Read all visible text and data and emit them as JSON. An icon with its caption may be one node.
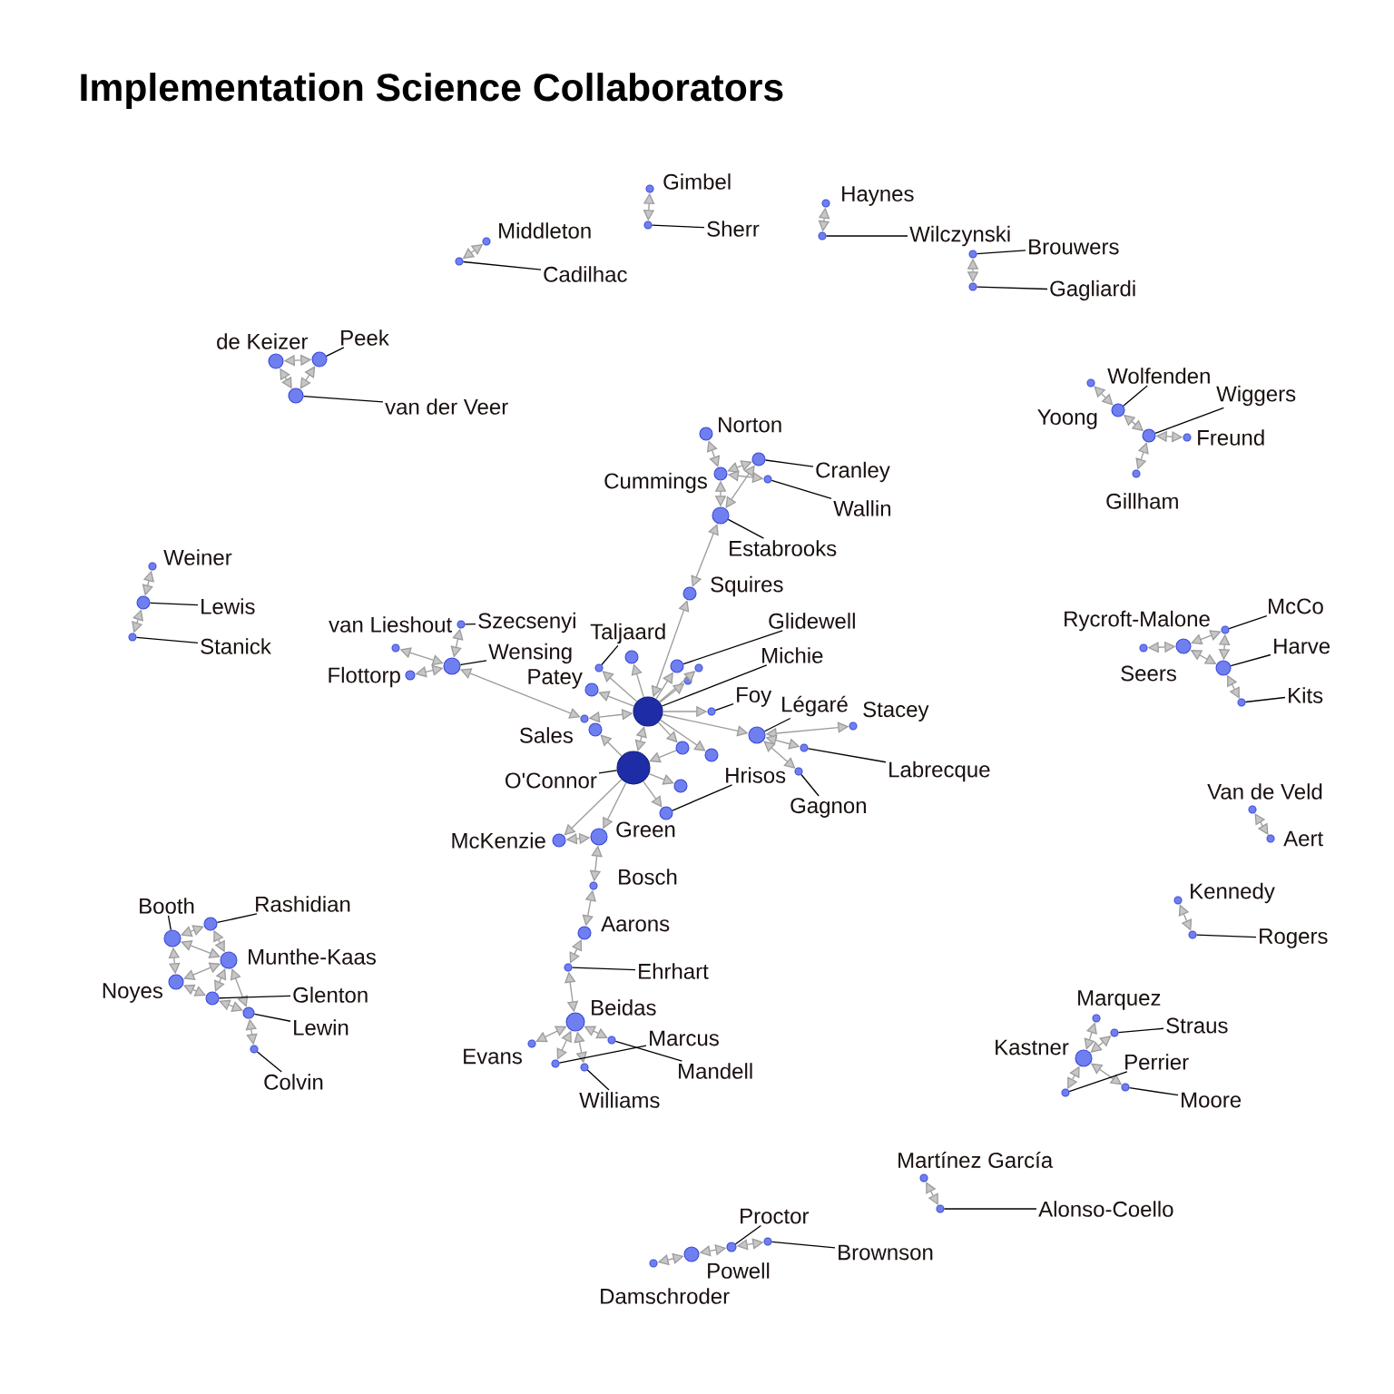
{
  "diagram": {
    "title": "Implementation Science Collaborators",
    "nodes": [
      {
        "text": [
          "Gimbel"
        ]
      },
      {
        "text": [
          "Sherr"
        ]
      },
      {
        "text": [],
        "shape": "circle"
      },
      {
        "text": [
          "Haynes"
        ]
      },
      {
        "text": [
          "Wilczynski"
        ]
      },
      {
        "text": [],
        "shape": "circle"
      },
      {
        "text": [
          "Middleton"
        ]
      },
      {
        "text": [
          "Cadilhac"
        ]
      },
      {
        "text": [],
        "shape": "circle"
      },
      {
        "text": [
          "Brouwers"
        ]
      },
      {
        "text": [],
        "shape": "circle"
      },
      {
        "text": [
          "Gagliardi"
        ]
      },
      {
        "text": [],
        "shape": "circle"
      },
      {
        "text": [
          "de Keizer"
        ]
      },
      {
        "text": [
          "Peek"
        ]
      },
      {
        "text": [],
        "shape": "circle"
      },
      {
        "text": [
          "van der Veer"
        ]
      },
      {
        "text": [],
        "shape": "circle"
      },
      {
        "text": [
          "Wolfenden"
        ]
      },
      {
        "text": [
          "Yoong"
        ]
      },
      {
        "text": [],
        "shape": "circle"
      },
      {
        "text": [
          "Wiggers"
        ]
      },
      {
        "text": [],
        "shape": "circle"
      },
      {
        "text": [
          "Freund"
        ]
      },
      {
        "text": [
          "Gillham"
        ]
      },
      {
        "text": [
          "Norton"
        ]
      },
      {
        "text": [
          "Cummings"
        ]
      },
      {
        "text": [
          "Cranley"
        ]
      },
      {
        "text": [],
        "shape": "circle"
      },
      {
        "text": [
          "Wallin"
        ]
      },
      {
        "text": [],
        "shape": "circle"
      },
      {
        "text": [
          "Estabrooks"
        ]
      },
      {
        "text": [],
        "shape": "circle"
      },
      {
        "text": [
          "Weiner"
        ]
      },
      {
        "text": [
          "Lewis"
        ]
      },
      {
        "text": [],
        "shape": "circle"
      },
      {
        "text": [
          "Stanick"
        ]
      },
      {
        "text": [],
        "shape": "circle"
      },
      {
        "text": [
          "Squires"
        ]
      },
      {
        "text": [
          "McCo"
        ]
      },
      {
        "text": [],
        "shape": "circle"
      },
      {
        "text": [
          "Rycroft-Malone"
        ]
      },
      {
        "text": [
          "Seers"
        ]
      },
      {
        "text": [
          "Harve"
        ]
      },
      {
        "text": [],
        "shape": "circle"
      },
      {
        "text": [
          "Kits"
        ]
      },
      {
        "text": [],
        "shape": "circle"
      },
      {
        "text": [
          "Szecsenyi"
        ]
      },
      {
        "text": [
          "van Lieshout"
        ]
      },
      {
        "text": [
          "Glidewell"
        ]
      },
      {
        "text": [
          "Taljaard"
        ]
      },
      {
        "text": [],
        "shape": "circle"
      },
      {
        "text": [
          "Michie"
        ]
      },
      {
        "text": [
          "Wensing"
        ]
      },
      {
        "text": [],
        "shape": "circle"
      },
      {
        "text": [],
        "shape": "circle"
      },
      {
        "text": [
          "Flottorp"
        ]
      },
      {
        "text": [
          "Patey"
        ]
      },
      {
        "text": [
          "Foy"
        ]
      },
      {
        "text": [],
        "shape": "circle"
      },
      {
        "text": [
          "Stacey"
        ]
      },
      {
        "text": [
          "Sales"
        ]
      },
      {
        "text": [],
        "shape": "circle"
      },
      {
        "text": [],
        "shape": "circle"
      },
      {
        "text": [],
        "shape": "circle"
      },
      {
        "text": [],
        "shape": "circle"
      },
      {
        "text": [],
        "shape": "circle"
      },
      {
        "text": [
          "Légaré"
        ]
      },
      {
        "text": [],
        "shape": "circle"
      },
      {
        "text": [],
        "shape": "circle"
      },
      {
        "text": [],
        "shape": "circle"
      },
      {
        "text": [],
        "shape": "circle"
      },
      {
        "text": [],
        "shape": "circle"
      },
      {
        "text": [
          "Labrecque"
        ]
      },
      {
        "text": [],
        "shape": "circle"
      },
      {
        "text": [
          "Hrisos"
        ]
      },
      {
        "text": [],
        "shape": "circle"
      },
      {
        "text": [],
        "shape": "circle"
      },
      {
        "text": [
          "O'Connor"
        ]
      },
      {
        "text": [
          "Gagnon"
        ]
      },
      {
        "text": [],
        "shape": "circle"
      },
      {
        "text": [
          "McKenzie"
        ]
      },
      {
        "text": [
          "Green"
        ]
      },
      {
        "text": [
          "Bosch"
        ]
      },
      {
        "text": [
          "Booth"
        ]
      },
      {
        "text": [],
        "shape": "circle"
      },
      {
        "text": [
          "Rashidian"
        ]
      },
      {
        "text": [],
        "shape": "circle"
      },
      {
        "text": [
          "Munthe-Kaas"
        ]
      },
      {
        "text": [
          "Aarons"
        ]
      },
      {
        "text": [
          "Noyes"
        ]
      },
      {
        "text": [
          "Glenton"
        ]
      },
      {
        "text": [],
        "shape": "circle"
      },
      {
        "text": [
          "Ehrhart"
        ]
      },
      {
        "text": [],
        "shape": "circle"
      },
      {
        "text": [
          "Lewin"
        ]
      },
      {
        "text": [],
        "shape": "circle"
      },
      {
        "text": [
          "Colvin"
        ]
      },
      {
        "text": [],
        "shape": "circle"
      },
      {
        "text": [
          "Kennedy"
        ]
      },
      {
        "text": [
          "Rogers"
        ]
      },
      {
        "text": [],
        "shape": "circle"
      },
      {
        "text": [
          "Van de Veld"
        ]
      },
      {
        "text": [
          "Aert"
        ]
      },
      {
        "text": [
          "Beidas"
        ]
      },
      {
        "text": [
          "Marcus"
        ]
      },
      {
        "text": [],
        "shape": "circle"
      },
      {
        "text": [
          "Evans"
        ]
      },
      {
        "text": [
          "Mandell"
        ]
      },
      {
        "text": [],
        "shape": "circle"
      },
      {
        "text": [
          "Williams"
        ]
      },
      {
        "text": [],
        "shape": "circle"
      },
      {
        "text": [
          "Marquez"
        ]
      },
      {
        "text": [
          "Straus"
        ]
      },
      {
        "text": [],
        "shape": "circle"
      },
      {
        "text": [
          "Kastner"
        ]
      },
      {
        "text": [
          "Perrier"
        ]
      },
      {
        "text": [],
        "shape": "circle"
      },
      {
        "text": [
          "Moore"
        ]
      },
      {
        "text": [],
        "shape": "circle"
      },
      {
        "text": [
          "Martínez García"
        ]
      },
      {
        "text": [
          "Alonso-Coello"
        ]
      },
      {
        "text": [],
        "shape": "circle"
      },
      {
        "text": [
          "Proctor"
        ]
      },
      {
        "text": [],
        "shape": "circle"
      },
      {
        "text": [
          "Brownson"
        ]
      },
      {
        "text": [],
        "shape": "circle"
      },
      {
        "text": [
          "Powell"
        ]
      },
      {
        "text": [
          "Damschroder"
        ]
      }
    ],
    "edges": [
      {
        "from": 0,
        "to": 2,
        "arrow": "both"
      },
      {
        "from": 3,
        "to": 5,
        "arrow": "both"
      },
      {
        "from": 6,
        "to": 8,
        "arrow": "both"
      },
      {
        "from": 10,
        "to": 12,
        "arrow": "both"
      },
      {
        "from": 13,
        "to": 15,
        "arrow": "both"
      },
      {
        "from": 13,
        "to": 17,
        "arrow": "both"
      },
      {
        "from": 15,
        "to": 17,
        "arrow": "both"
      },
      {
        "from": 19,
        "to": 20,
        "arrow": "both"
      },
      {
        "from": 20,
        "to": 22,
        "arrow": "both"
      },
      {
        "from": 22,
        "to": 23,
        "arrow": "both"
      },
      {
        "from": 22,
        "to": 24,
        "arrow": "both"
      },
      {
        "from": 25,
        "to": 26,
        "arrow": "both"
      },
      {
        "from": 26,
        "to": 28,
        "arrow": "both"
      },
      {
        "from": 26,
        "to": 30,
        "arrow": "both"
      },
      {
        "from": 26,
        "to": 32,
        "arrow": "both"
      },
      {
        "from": 28,
        "to": 32,
        "arrow": "both"
      },
      {
        "from": 32,
        "to": 38,
        "arrow": "both"
      },
      {
        "from": 38,
        "to": 62,
        "arrow": "both"
      },
      {
        "from": 33,
        "to": 35,
        "arrow": "both"
      },
      {
        "from": 35,
        "to": 37,
        "arrow": "both"
      },
      {
        "from": 42,
        "to": 41,
        "arrow": "both"
      },
      {
        "from": 41,
        "to": 40,
        "arrow": "both"
      },
      {
        "from": 41,
        "to": 44,
        "arrow": "both"
      },
      {
        "from": 40,
        "to": 44,
        "arrow": "both"
      },
      {
        "from": 44,
        "to": 46,
        "arrow": "both"
      },
      {
        "from": 48,
        "to": 54,
        "arrow": "both"
      },
      {
        "from": 55,
        "to": 54,
        "arrow": "both"
      },
      {
        "from": 56,
        "to": 54,
        "arrow": "both"
      },
      {
        "from": 54,
        "to": 61,
        "arrow": "both"
      },
      {
        "from": 61,
        "to": 62,
        "arrow": "both"
      },
      {
        "from": 62,
        "to": 57,
        "arrow": "to"
      },
      {
        "from": 62,
        "to": 51,
        "arrow": "to"
      },
      {
        "from": 62,
        "to": 63,
        "arrow": "to"
      },
      {
        "from": 62,
        "to": 64,
        "arrow": "to"
      },
      {
        "from": 62,
        "to": 65,
        "arrow": "to"
      },
      {
        "from": 62,
        "to": 66,
        "arrow": "to"
      },
      {
        "from": 62,
        "to": 59,
        "arrow": "to"
      },
      {
        "from": 62,
        "to": 68,
        "arrow": "to"
      },
      {
        "from": 62,
        "to": 70,
        "arrow": "to"
      },
      {
        "from": 62,
        "to": 71,
        "arrow": "to"
      },
      {
        "from": 62,
        "to": 72,
        "arrow": "both"
      },
      {
        "from": 72,
        "to": 69,
        "arrow": "to"
      },
      {
        "from": 70,
        "to": 72,
        "arrow": "to"
      },
      {
        "from": 72,
        "to": 76,
        "arrow": "to"
      },
      {
        "from": 72,
        "to": 77,
        "arrow": "to"
      },
      {
        "from": 72,
        "to": 81,
        "arrow": "to"
      },
      {
        "from": 72,
        "to": 82,
        "arrow": "to"
      },
      {
        "from": 68,
        "to": 60,
        "arrow": "both"
      },
      {
        "from": 68,
        "to": 74,
        "arrow": "both"
      },
      {
        "from": 68,
        "to": 80,
        "arrow": "both"
      },
      {
        "from": 81,
        "to": 82,
        "arrow": "both"
      },
      {
        "from": 82,
        "to": 83,
        "arrow": "both"
      },
      {
        "from": 83,
        "to": 89,
        "arrow": "both"
      },
      {
        "from": 89,
        "to": 94,
        "arrow": "both"
      },
      {
        "from": 94,
        "to": 104,
        "arrow": "both"
      },
      {
        "from": 104,
        "to": 107,
        "arrow": "both"
      },
      {
        "from": 104,
        "to": 106,
        "arrow": "both"
      },
      {
        "from": 104,
        "to": 109,
        "arrow": "both"
      },
      {
        "from": 104,
        "to": 111,
        "arrow": "both"
      },
      {
        "from": 85,
        "to": 87,
        "arrow": "both"
      },
      {
        "from": 85,
        "to": 88,
        "arrow": "both"
      },
      {
        "from": 85,
        "to": 90,
        "arrow": "both"
      },
      {
        "from": 87,
        "to": 88,
        "arrow": "both"
      },
      {
        "from": 88,
        "to": 90,
        "arrow": "both"
      },
      {
        "from": 88,
        "to": 92,
        "arrow": "both"
      },
      {
        "from": 90,
        "to": 92,
        "arrow": "both"
      },
      {
        "from": 92,
        "to": 96,
        "arrow": "both"
      },
      {
        "from": 88,
        "to": 96,
        "arrow": "both"
      },
      {
        "from": 96,
        "to": 98,
        "arrow": "both"
      },
      {
        "from": 99,
        "to": 101,
        "arrow": "both"
      },
      {
        "from": 102,
        "to": 103,
        "arrow": "both"
      },
      {
        "from": 115,
        "to": 112,
        "arrow": "both"
      },
      {
        "from": 115,
        "to": 114,
        "arrow": "both"
      },
      {
        "from": 115,
        "to": 117,
        "arrow": "both"
      },
      {
        "from": 115,
        "to": 119,
        "arrow": "both"
      },
      {
        "from": 120,
        "to": 122,
        "arrow": "both"
      },
      {
        "from": 128,
        "to": 127,
        "arrow": "both"
      },
      {
        "from": 127,
        "to": 124,
        "arrow": "both"
      },
      {
        "from": 124,
        "to": 126,
        "arrow": "both"
      },
      {
        "from": 1,
        "to": 2,
        "arrow": "none",
        "color": "#000000"
      },
      {
        "from": 4,
        "to": 5,
        "arrow": "none",
        "color": "#000000"
      },
      {
        "from": 7,
        "to": 8,
        "arrow": "none",
        "color": "#000000"
      },
      {
        "from": 9,
        "to": 10,
        "arrow": "none",
        "color": "#000000"
      },
      {
        "from": 11,
        "to": 12,
        "arrow": "none",
        "color": "#000000"
      },
      {
        "from": 14,
        "to": 15,
        "arrow": "none",
        "color": "#000000"
      },
      {
        "from": 16,
        "to": 17,
        "arrow": "none",
        "color": "#000000"
      },
      {
        "from": 18,
        "to": 20,
        "arrow": "none",
        "color": "#000000"
      },
      {
        "from": 21,
        "to": 22,
        "arrow": "none",
        "color": "#000000"
      },
      {
        "from": 27,
        "to": 28,
        "arrow": "none",
        "color": "#000000"
      },
      {
        "from": 29,
        "to": 30,
        "arrow": "none",
        "color": "#000000"
      },
      {
        "from": 31,
        "to": 32,
        "arrow": "none",
        "color": "#000000"
      },
      {
        "from": 34,
        "to": 35,
        "arrow": "none",
        "color": "#000000"
      },
      {
        "from": 36,
        "to": 37,
        "arrow": "none",
        "color": "#000000"
      },
      {
        "from": 39,
        "to": 40,
        "arrow": "none",
        "color": "#000000"
      },
      {
        "from": 43,
        "to": 44,
        "arrow": "none",
        "color": "#000000"
      },
      {
        "from": 45,
        "to": 46,
        "arrow": "none",
        "color": "#000000"
      },
      {
        "from": 47,
        "to": 55,
        "arrow": "none",
        "color": "#000000"
      },
      {
        "from": 49,
        "to": 63,
        "arrow": "none",
        "color": "#000000"
      },
      {
        "from": 50,
        "to": 51,
        "arrow": "none",
        "color": "#000000"
      },
      {
        "from": 52,
        "to": 62,
        "arrow": "none",
        "color": "#000000"
      },
      {
        "from": 53,
        "to": 54,
        "arrow": "none",
        "color": "#000000"
      },
      {
        "from": 58,
        "to": 59,
        "arrow": "none",
        "color": "#000000"
      },
      {
        "from": 67,
        "to": 68,
        "arrow": "none",
        "color": "#000000"
      },
      {
        "from": 73,
        "to": 74,
        "arrow": "none",
        "color": "#000000"
      },
      {
        "from": 75,
        "to": 77,
        "arrow": "none",
        "color": "#000000"
      },
      {
        "from": 78,
        "to": 72,
        "arrow": "none",
        "color": "#000000"
      },
      {
        "from": 79,
        "to": 80,
        "arrow": "none",
        "color": "#000000"
      },
      {
        "from": 84,
        "to": 85,
        "arrow": "none",
        "color": "#000000"
      },
      {
        "from": 86,
        "to": 87,
        "arrow": "none",
        "color": "#000000"
      },
      {
        "from": 91,
        "to": 92,
        "arrow": "none",
        "color": "#000000"
      },
      {
        "from": 93,
        "to": 94,
        "arrow": "none",
        "color": "#000000"
      },
      {
        "from": 95,
        "to": 96,
        "arrow": "none",
        "color": "#000000"
      },
      {
        "from": 97,
        "to": 98,
        "arrow": "none",
        "color": "#000000"
      },
      {
        "from": 100,
        "to": 101,
        "arrow": "none",
        "color": "#000000"
      },
      {
        "from": 105,
        "to": 106,
        "arrow": "none",
        "color": "#000000"
      },
      {
        "from": 108,
        "to": 109,
        "arrow": "none",
        "color": "#000000"
      },
      {
        "from": 110,
        "to": 111,
        "arrow": "none",
        "color": "#000000"
      },
      {
        "from": 113,
        "to": 114,
        "arrow": "none",
        "color": "#000000"
      },
      {
        "from": 116,
        "to": 117,
        "arrow": "none",
        "color": "#000000"
      },
      {
        "from": 118,
        "to": 119,
        "arrow": "none",
        "color": "#000000"
      },
      {
        "from": 121,
        "to": 122,
        "arrow": "none",
        "color": "#000000"
      },
      {
        "from": 123,
        "to": 124,
        "arrow": "none",
        "color": "#000000"
      },
      {
        "from": 125,
        "to": 126,
        "arrow": "none",
        "color": "#000000"
      }
    ]
  }
}
